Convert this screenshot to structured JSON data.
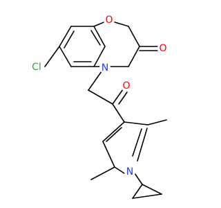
{
  "molecule": {
    "atoms": {
      "cl": {
        "symbol": "Cl",
        "color": "#33aa33"
      },
      "o_ring": {
        "symbol": "O",
        "color": "#ff0000"
      },
      "o_lactam": {
        "symbol": "O",
        "color": "#ff0000"
      },
      "n_lactam": {
        "symbol": "N",
        "color": "#1e3cff"
      },
      "o_ketone": {
        "symbol": "O",
        "color": "#ff0000"
      },
      "n_pyrrole": {
        "symbol": "N",
        "color": "#1e3cff"
      }
    }
  }
}
